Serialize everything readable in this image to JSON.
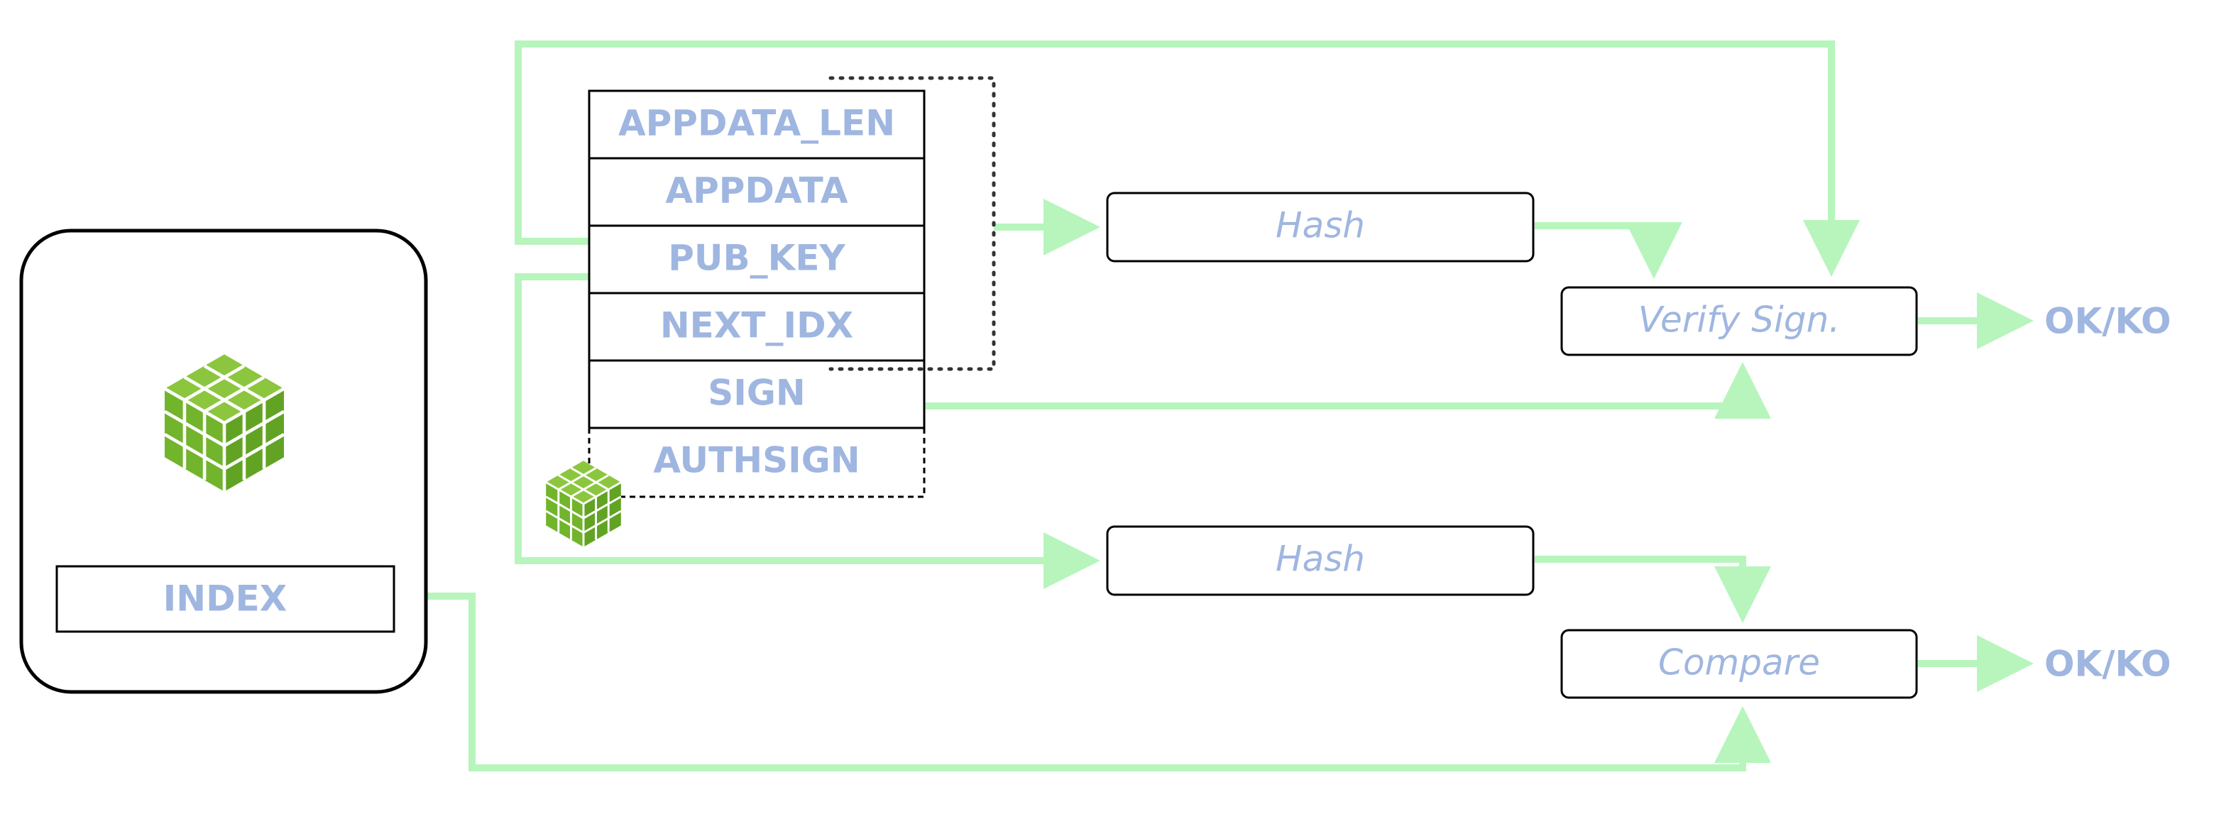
{
  "colors": {
    "arrow": "#b7f5bd",
    "label": "#9fb6e0",
    "box_stroke": "#000000"
  },
  "fields": [
    {
      "label": "APPDATA_LEN"
    },
    {
      "label": "APPDATA"
    },
    {
      "label": "PUB_KEY"
    },
    {
      "label": "NEXT_IDX"
    },
    {
      "label": "SIGN"
    },
    {
      "label": "AUTHSIGN"
    }
  ],
  "index_label": "INDEX",
  "processes": {
    "hash_top": "Hash",
    "verify": "Verify Sign.",
    "hash_bottom": "Hash",
    "compare": "Compare"
  },
  "results": {
    "verify_result": "OK/KO",
    "compare_result": "OK/KO"
  },
  "icons": [
    "green-cube-icon",
    "green-cube-icon"
  ]
}
